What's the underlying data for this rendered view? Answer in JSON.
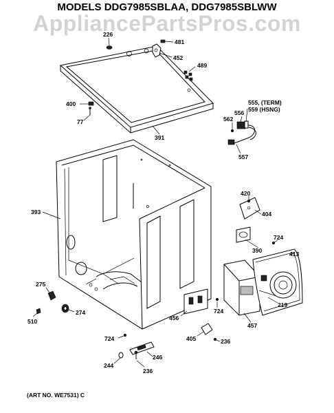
{
  "header": {
    "title": "MODELS DDG7985SBLAA, DDG7985SBLWW",
    "watermark": "AppliancePartsPros.com"
  },
  "footer": {
    "art_number": "(ART NO. WE7531) C"
  },
  "callouts": [
    {
      "key": "c226",
      "text": "226"
    },
    {
      "key": "c481",
      "text": "481"
    },
    {
      "key": "c452",
      "text": "452"
    },
    {
      "key": "c489",
      "text": "489"
    },
    {
      "key": "c400",
      "text": "400"
    },
    {
      "key": "c77",
      "text": "77"
    },
    {
      "key": "c391",
      "text": "391"
    },
    {
      "key": "c556",
      "text": "556"
    },
    {
      "key": "c555",
      "text": "555, (TERM)"
    },
    {
      "key": "c559",
      "text": "559 (HSNG)"
    },
    {
      "key": "c562",
      "text": "562"
    },
    {
      "key": "c557",
      "text": "557"
    },
    {
      "key": "c393",
      "text": "393"
    },
    {
      "key": "c420",
      "text": "420"
    },
    {
      "key": "c404",
      "text": "404"
    },
    {
      "key": "c390",
      "text": "390"
    },
    {
      "key": "c724a",
      "text": "724"
    },
    {
      "key": "c413",
      "text": "413"
    },
    {
      "key": "c275",
      "text": "275"
    },
    {
      "key": "c219",
      "text": "219"
    },
    {
      "key": "c510",
      "text": "510"
    },
    {
      "key": "c274",
      "text": "274"
    },
    {
      "key": "c456",
      "text": "456"
    },
    {
      "key": "c724b",
      "text": "724"
    },
    {
      "key": "c457",
      "text": "457"
    },
    {
      "key": "c724c",
      "text": "724"
    },
    {
      "key": "c405",
      "text": "405"
    },
    {
      "key": "c236a",
      "text": "236"
    },
    {
      "key": "c244",
      "text": "244"
    },
    {
      "key": "c246",
      "text": "246"
    },
    {
      "key": "c236b",
      "text": "236"
    }
  ]
}
